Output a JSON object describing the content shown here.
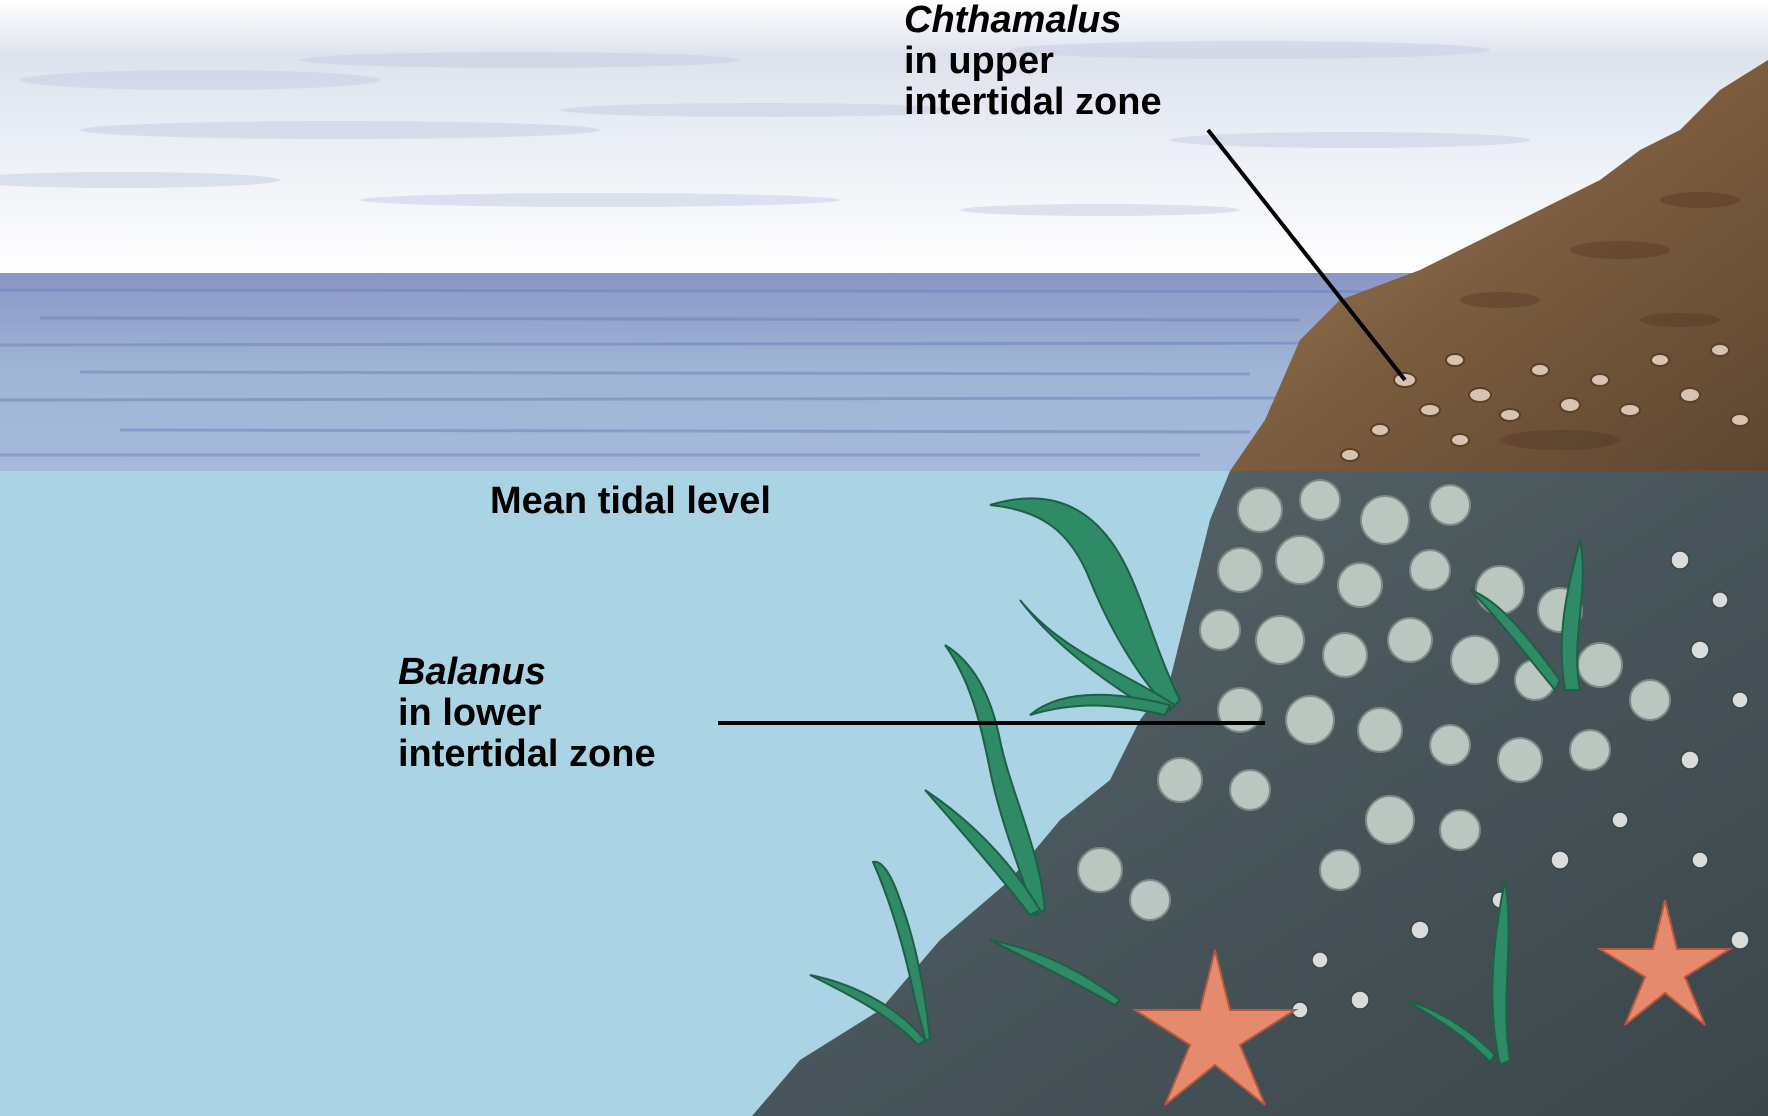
{
  "labels": {
    "chthamalus": {
      "species": "Chthamalus",
      "line1": "in upper",
      "line2": "intertidal zone"
    },
    "balanus": {
      "species": "Balanus",
      "line1": "in lower",
      "line2": "intertidal zone"
    },
    "mean_tidal_level": "Mean tidal level"
  },
  "colors": {
    "sky": "#f4f6fa",
    "sea_surface": "#8fa4cf",
    "underwater": "#aad3e3",
    "upper_rock": "#8a6a48",
    "lower_rock": "#4c5a5e",
    "barnacle": "#c9d4cc",
    "kelp": "#2f8a66",
    "sea_star": "#e58a6c"
  }
}
